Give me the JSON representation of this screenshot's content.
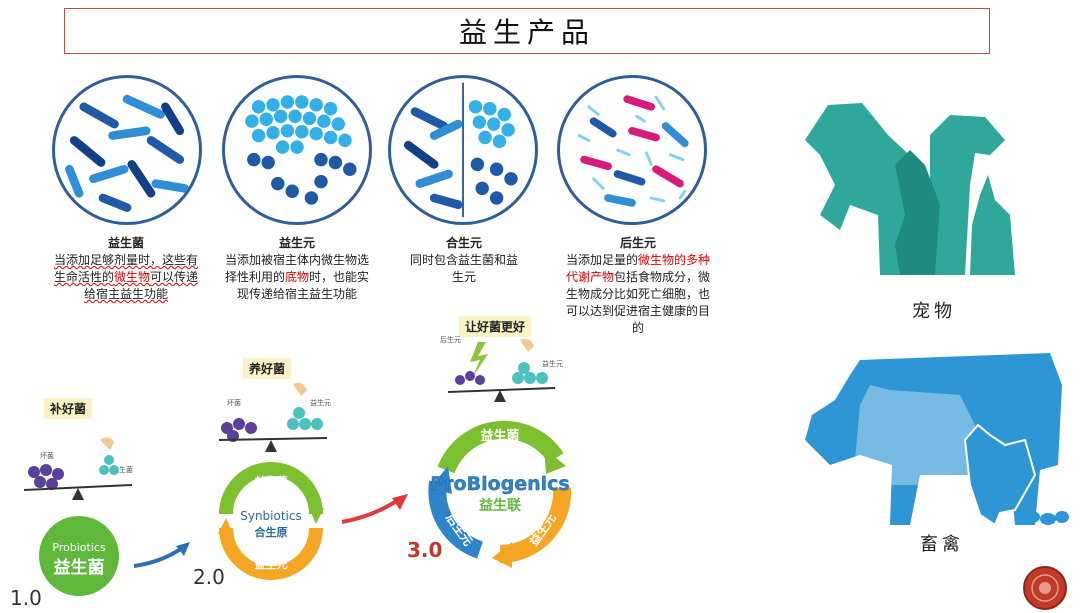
{
  "title": "益生产品",
  "panels": [
    {
      "heading": "益生菌",
      "segments": [
        {
          "t": "当添加足够剂量时，这些有生命活性的",
          "s": "wavy"
        },
        {
          "t": "微生物",
          "s": "wavy-red"
        },
        {
          "t": "可以传递给宿主益生功能",
          "s": "wavy"
        }
      ]
    },
    {
      "heading": "益生元",
      "segments": [
        {
          "t": "当添加被宿主体内微生物选择性利用的",
          "s": ""
        },
        {
          "t": "底物",
          "s": "red"
        },
        {
          "t": "时，也能实现传递给宿主益生功能",
          "s": ""
        }
      ]
    },
    {
      "heading": "合生元",
      "segments": [
        {
          "t": "同时包含益生菌和益生元",
          "s": ""
        }
      ]
    },
    {
      "heading": "后生元",
      "segments": [
        {
          "t": "当添加足量的",
          "s": ""
        },
        {
          "t": "微生物的多种代谢产物",
          "s": "red"
        },
        {
          "t": "包括食物成分，微生物成分比如死亡细胞，也可以达到促进宿主健康的目的",
          "s": ""
        }
      ]
    }
  ],
  "stages": {
    "s1": {
      "tag": "补好菌",
      "version": "1.0",
      "en": "Probiotics",
      "cn": "益生菌",
      "bad_label": "坏菌",
      "good_label": "益生菌"
    },
    "s2": {
      "tag": "养好菌",
      "version": "2.0",
      "en": "Synbiotics",
      "cn": "合生原",
      "ring_top": "益生菌",
      "ring_bottom": "益生元",
      "bad_label": "坏菌",
      "good_label": "益生元"
    },
    "s3": {
      "tag": "让好菌更好",
      "version": "3.0",
      "en": "ProBiogenics",
      "cn": "益生联",
      "ring_top": "益生菌",
      "ring_right": "益生元",
      "ring_left": "后生元",
      "post_label": "后生元",
      "good_label": "益生元"
    }
  },
  "animals": {
    "pets": "宠物",
    "livestock": "畜禽"
  },
  "colors": {
    "title_border": "#c0504d",
    "pet_green": "#2fa89b",
    "livestock_blue": "#2f96d6",
    "ring_blue": "#2f83c9",
    "ring_green": "#7cbf2f",
    "ring_orange": "#f5a623"
  }
}
